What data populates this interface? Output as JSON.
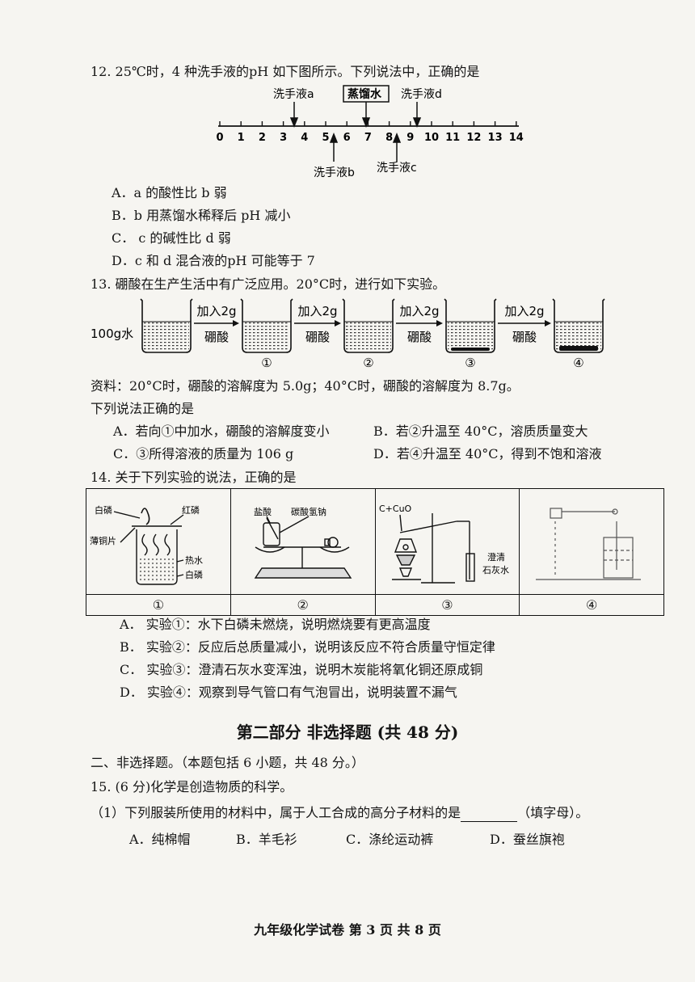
{
  "q12": {
    "stem": "12. 25℃时，4 种洗手液的pH 如下图所示。下列说法中，正确的是",
    "scale": {
      "ticks": [
        "0",
        "1",
        "2",
        "3",
        "4",
        "5",
        "6",
        "7",
        "8",
        "9",
        "10",
        "11",
        "12",
        "13",
        "14"
      ],
      "label_a": "洗手液a",
      "label_water": "蒸馏水",
      "label_d": "洗手液d",
      "label_b": "洗手液b",
      "label_c": "洗手液c"
    },
    "options": [
      "A．a 的酸性比 b 弱",
      "B．b 用蒸馏水稀释后 pH 减小",
      "C． c 的碱性比 d 弱",
      "D．c 和 d 混合液的pH 可能等于 7"
    ]
  },
  "q13": {
    "stem": "13. 硼酸在生产生活中有广泛应用。20°C时，进行如下实验。",
    "water": "100g水",
    "add_top": "加入2g",
    "add_bottom": "硼酸",
    "labels": [
      "①",
      "②",
      "③",
      "④"
    ],
    "info": "资料：20°C时，硼酸的溶解度为 5.0g；40°C时，硼酸的溶解度为 8.7g。",
    "sub": "下列说法正确的是",
    "options": [
      "A．若向①中加水，硼酸的溶解度变小",
      "B．若②升温至 40°C，溶质质量变大",
      "C．③所得溶液的质量为 106 g",
      "D．若④升温至 40°C，得到不饱和溶液"
    ]
  },
  "q14": {
    "stem": "14. 关于下列实验的说法，正确的是",
    "exp1": {
      "white_p": "白磷",
      "red_p": "红磷",
      "copper": "薄铜片",
      "hot_water": "热水",
      "white_p2": "白磷"
    },
    "exp2": {
      "hcl": "盐酸",
      "nahco3": "碳酸氢钠"
    },
    "exp3": {
      "reagent": "C+CuO",
      "lime1": "澄清",
      "lime2": "石灰水"
    },
    "labels": [
      "①",
      "②",
      "③",
      "④"
    ],
    "options": [
      "A． 实验①：水下白磷未燃烧，说明燃烧要有更高温度",
      "B． 实验②：反应后总质量减小，说明该反应不符合质量守恒定律",
      "C． 实验③：澄清石灰水变浑浊，说明木炭能将氧化铜还原成铜",
      "D． 实验④：观察到导气管口有气泡冒出，说明装置不漏气"
    ]
  },
  "part2": {
    "title": "第二部分 非选择题 (共 48 分)",
    "section": "二、非选择题。（本题包括 6 小题，共 48 分。）",
    "q15": "15. (6 分)化学是创造物质的科学。",
    "q15_1_pre": "（1）下列服装所使用的材料中，属于人工合成的高分子材料的是",
    "q15_1_post": "（填字母）。",
    "options": [
      "A．纯棉帽",
      "B．羊毛衫",
      "C．涤纶运动裤",
      "D．蚕丝旗袍"
    ]
  },
  "footer": "九年级化学试卷 第 3 页 共 8 页"
}
